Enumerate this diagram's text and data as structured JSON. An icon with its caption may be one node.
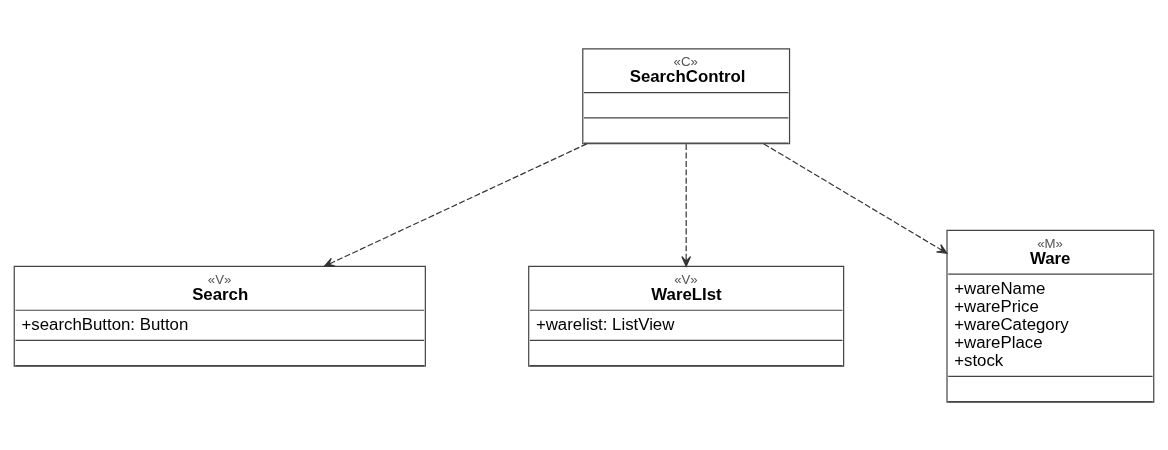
{
  "diagram": {
    "nodes": [
      {
        "text": [
          "«C»",
          "SearchControl"
        ]
      },
      {
        "text": [
          "«V»",
          "Search",
          "+searchButton: Button"
        ]
      },
      {
        "text": [
          "«V»",
          "WareLIst",
          "+warelist: ListView"
        ]
      },
      {
        "text": [
          "«M»",
          "Ware",
          "+wareName",
          "+warePrice",
          "+wareCategory",
          "+warePlace",
          "+stock"
        ]
      }
    ],
    "edges": [
      {
        "from": 0,
        "to": 1,
        "arrow": "to",
        "style": "dashed"
      },
      {
        "from": 0,
        "to": 2,
        "arrow": "to",
        "style": "dashed"
      },
      {
        "from": 0,
        "to": 3,
        "arrow": "to",
        "style": "dashed"
      }
    ]
  }
}
